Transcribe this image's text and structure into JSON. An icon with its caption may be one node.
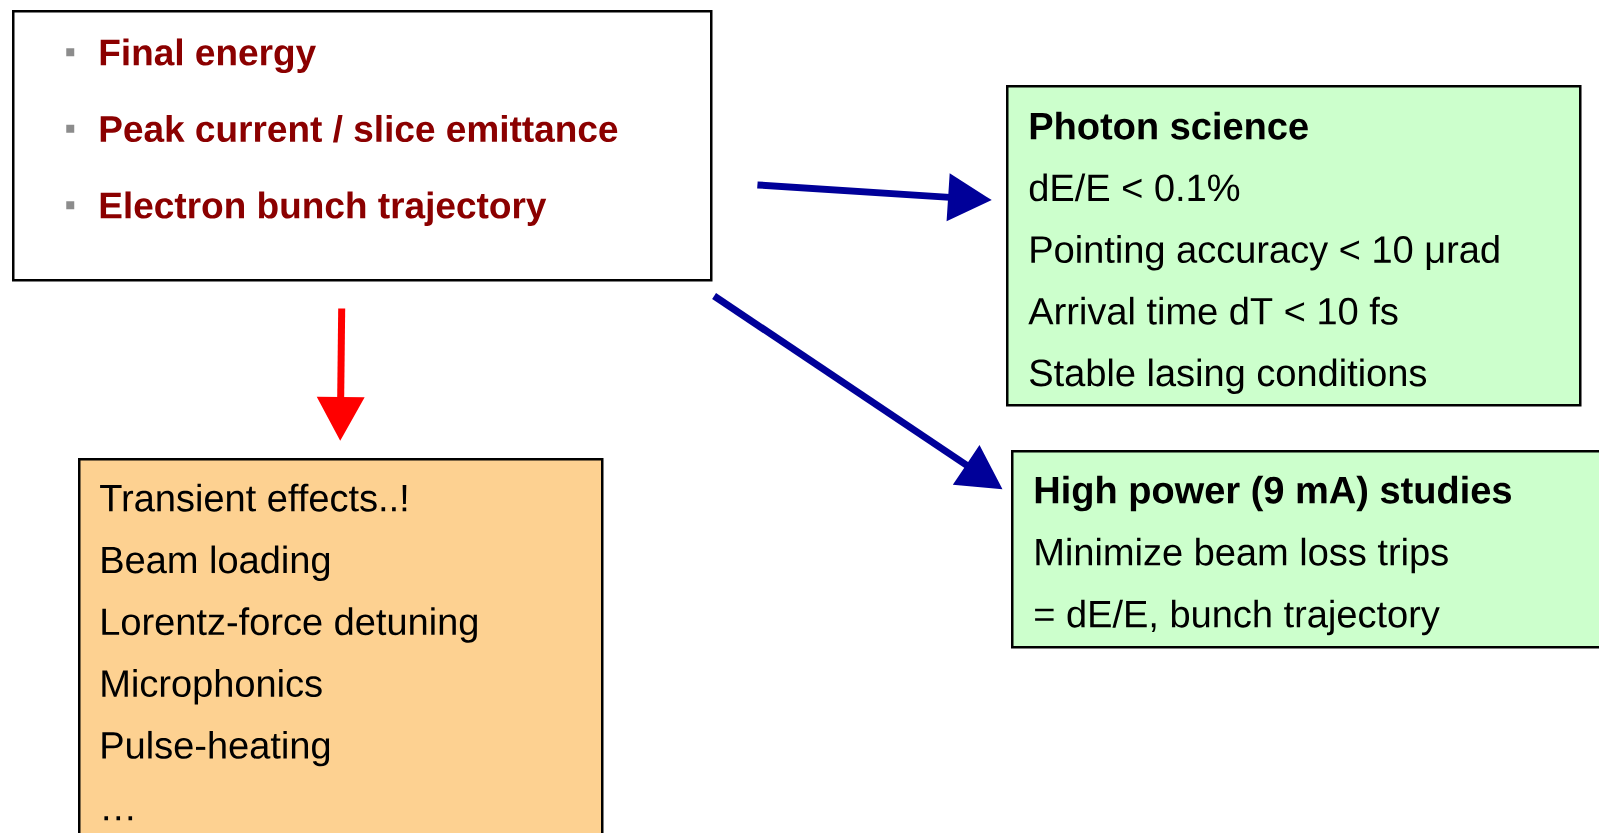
{
  "diagram": {
    "nodes": [
      {
        "text": [
          "Final energy",
          "Peak current / slice emittance",
          "Electron bunch trajectory"
        ]
      },
      {
        "text": [
          "Photon science",
          "dE/E < 0.1%",
          "Pointing accuracy < 10 μrad",
          "Arrival time dT < 10 fs",
          "Stable lasing conditions"
        ]
      },
      {
        "text": [
          "High power (9 mA) studies",
          "Minimize beam loss trips",
          "= dE/E, bunch trajectory"
        ]
      },
      {
        "text": [
          "Transient effects..!",
          "Beam loading",
          "Lorentz-force detuning",
          "Microphonics",
          "Pulse-heating",
          "…"
        ]
      }
    ],
    "edges": [
      {
        "from": 0,
        "to": 1,
        "arrow": "to"
      },
      {
        "from": 0,
        "to": 2,
        "arrow": "to"
      },
      {
        "from": 0,
        "to": 3,
        "arrow": "to",
        "color": "#ff0000"
      }
    ]
  }
}
